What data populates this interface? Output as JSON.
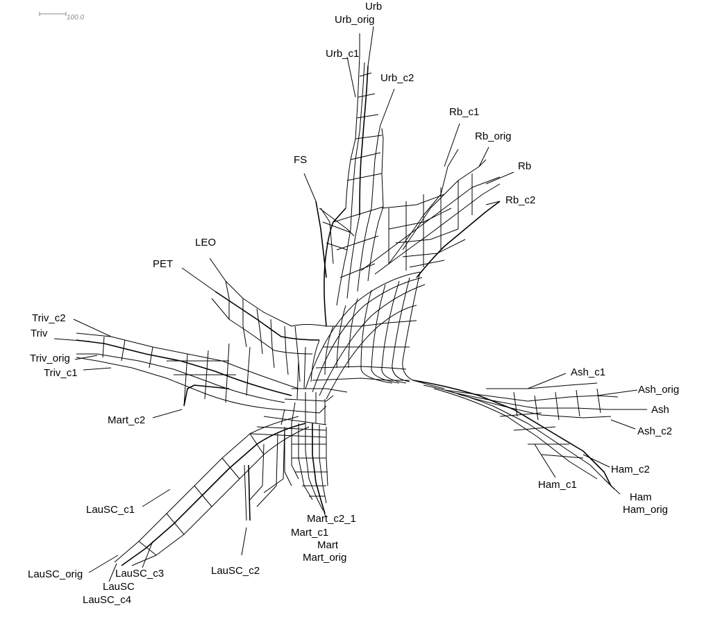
{
  "scale_bar": {
    "label": "100.0"
  },
  "taxa": {
    "urb": "Urb",
    "urb_orig": "Urb_orig",
    "urb_c1": "Urb_c1",
    "urb_c2": "Urb_c2",
    "rb_c1": "Rb_c1",
    "rb_orig": "Rb_orig",
    "rb": "Rb",
    "rb_c2": "Rb_c2",
    "fs": "FS",
    "leo": "LEO",
    "pet": "PET",
    "triv_c2": "Triv_c2",
    "triv": "Triv",
    "triv_orig": "Triv_orig",
    "triv_c1": "Triv_c1",
    "mart_c2": "Mart_c2",
    "ash_c1": "Ash_c1",
    "ash_orig": "Ash_orig",
    "ash": "Ash",
    "ash_c2": "Ash_c2",
    "ham_c2": "Ham_c2",
    "ham_c1": "Ham_c1",
    "ham": "Ham",
    "ham_orig": "Ham_orig",
    "lausc_c1": "LauSC_c1",
    "lausc_orig": "LauSC_orig",
    "lausc": "LauSC",
    "lausc_c4": "LauSC_c4",
    "lausc_c3": "LauSC_c3",
    "lausc_c2": "LauSC_c2",
    "mart_c2_1": "Mart_c2_1",
    "mart_c1": "Mart_c1",
    "mart": "Mart",
    "mart_orig": "Mart_orig"
  }
}
